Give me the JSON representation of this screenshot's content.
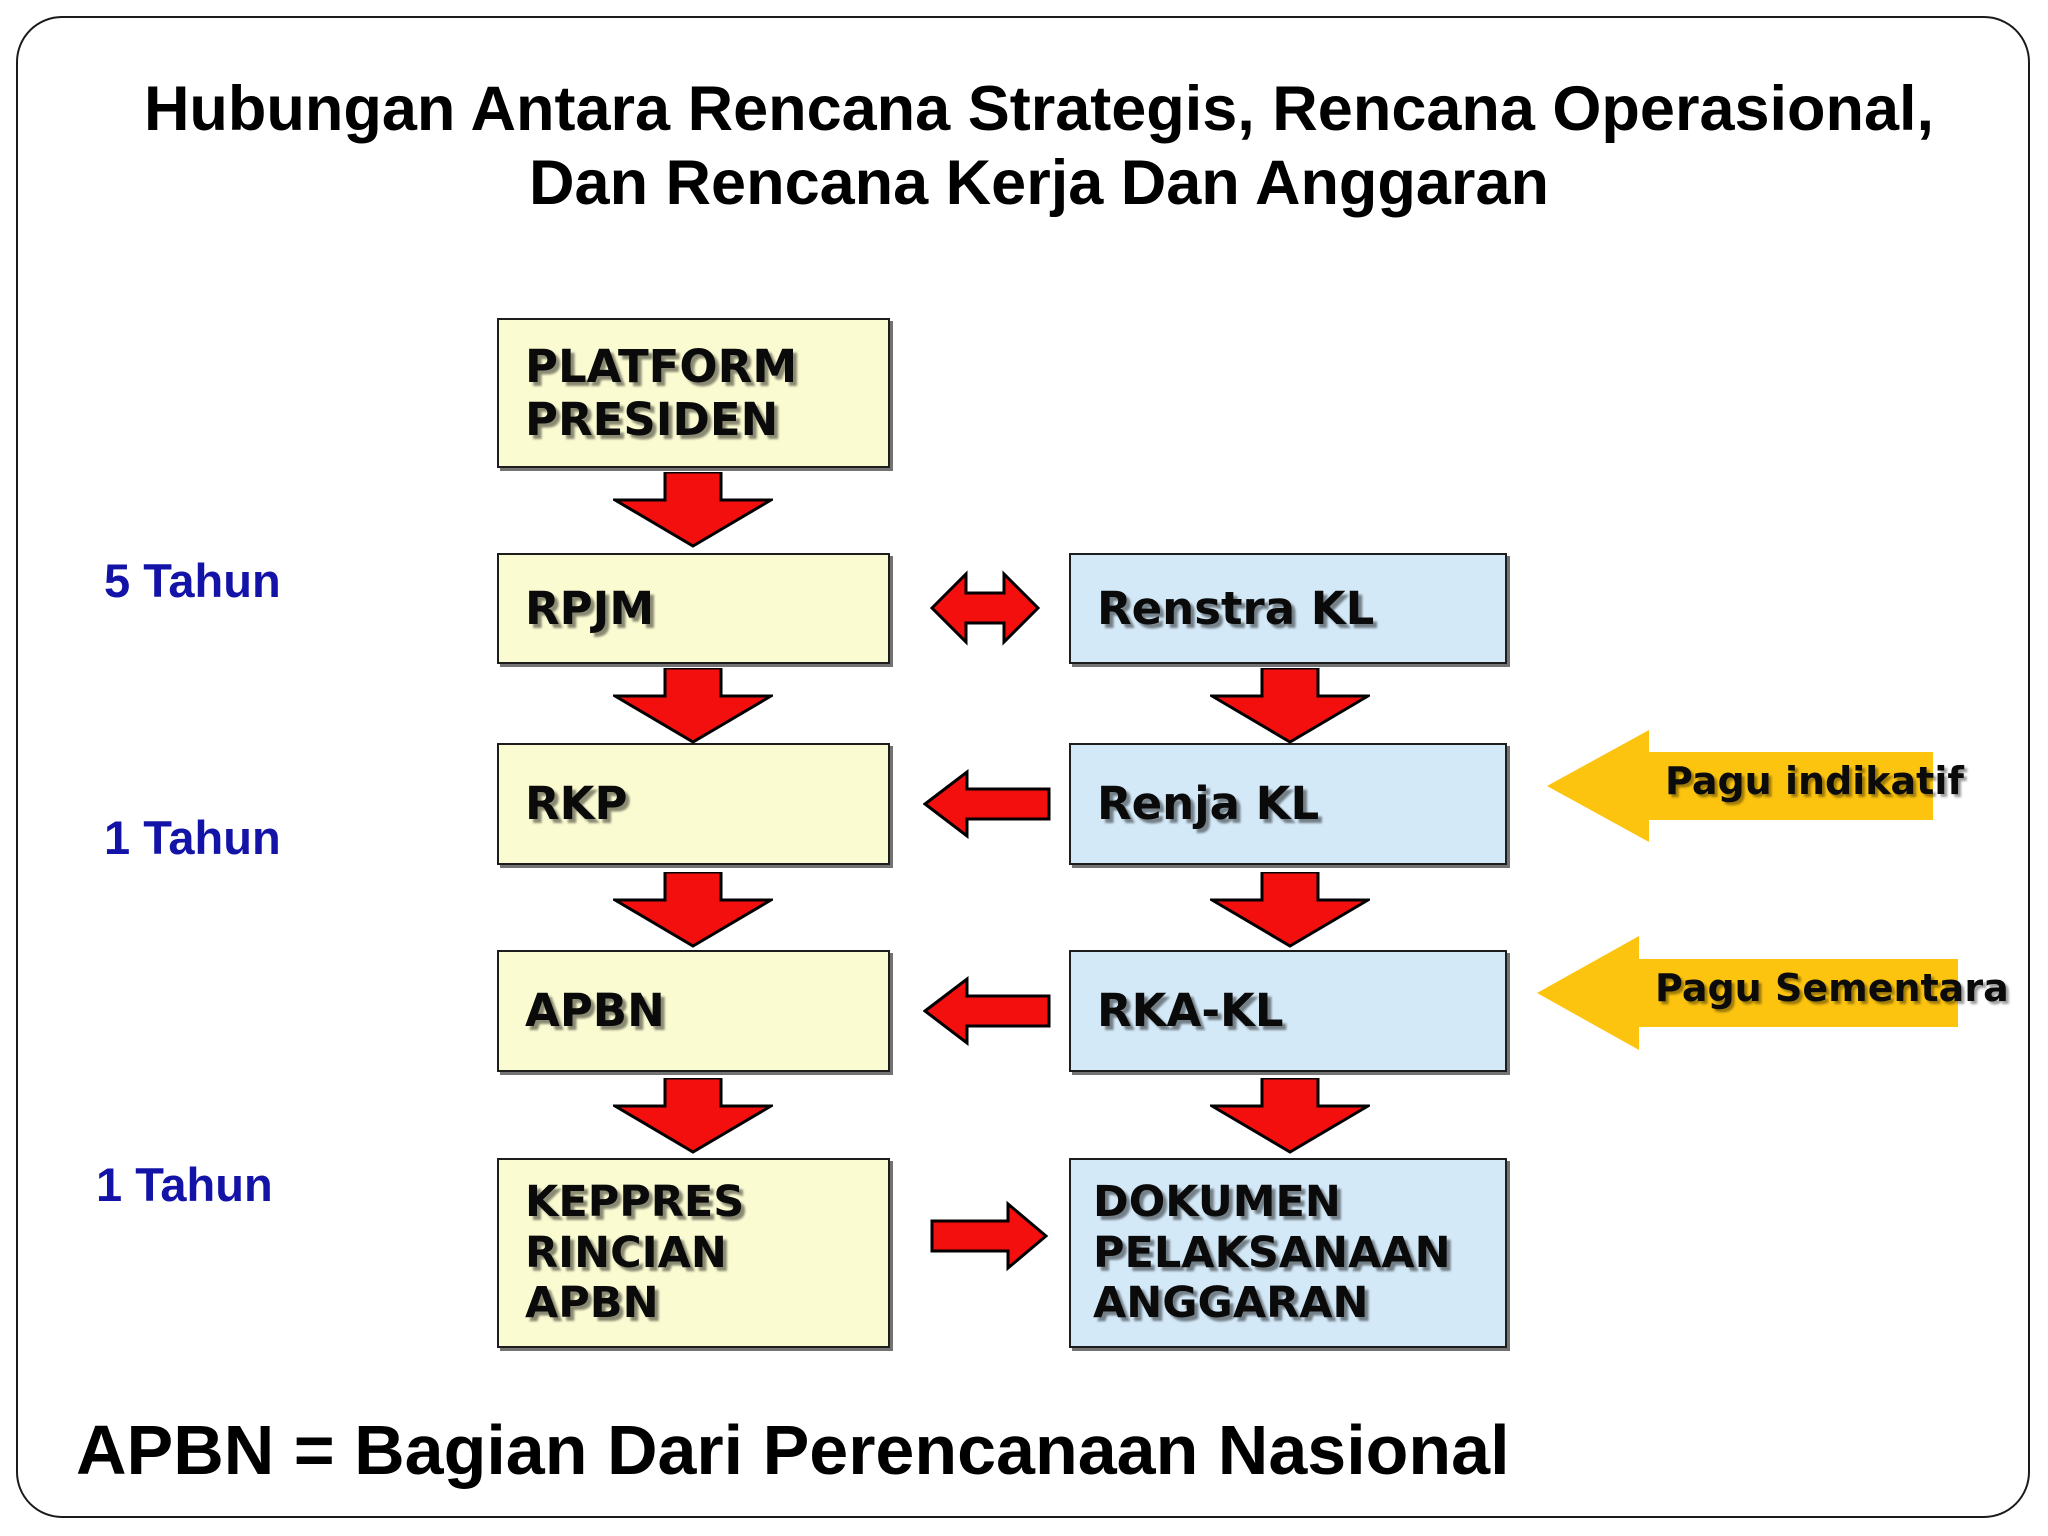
{
  "slide": {
    "title_line1": "Hubungan Antara Rencana Strategis, Rencana Operasional,",
    "title_line2": "Dan Rencana Kerja Dan Anggaran",
    "caption": "APBN = Bagian Dari Perencanaan Nasional",
    "background": "#ffffff",
    "border_color": "#1a1a1a"
  },
  "colors": {
    "yellow_box": "#fbfbd2",
    "blue_box": "#d4e9f8",
    "red_arrow": "#f40f0f",
    "gold_arrow": "#fcc40f",
    "year_label": "#1313a8",
    "text": "#0a0a0a"
  },
  "year_labels": [
    {
      "text": "5 Tahun"
    },
    {
      "text": "1 Tahun"
    },
    {
      "text": "1 Tahun"
    }
  ],
  "boxes": {
    "platform_presiden": {
      "lines": [
        "PLATFORM",
        "PRESIDEN"
      ]
    },
    "rpjm": {
      "lines": [
        "RPJM"
      ]
    },
    "renstra_kl": {
      "lines": [
        "Renstra KL"
      ]
    },
    "rkp": {
      "lines": [
        "RKP"
      ]
    },
    "renja_kl": {
      "lines": [
        "Renja KL"
      ]
    },
    "apbn": {
      "lines": [
        "APBN"
      ]
    },
    "rka_kl": {
      "lines": [
        "RKA-KL"
      ]
    },
    "keppres": {
      "lines": [
        "KEPPRES",
        "RINCIAN",
        "APBN"
      ]
    },
    "dokumen": {
      "lines": [
        "DOKUMEN",
        "PELAKSANAAN",
        "ANGGARAN"
      ]
    }
  },
  "callouts": {
    "pagu_indikatif": {
      "label": "Pagu indikatif"
    },
    "pagu_sementara": {
      "label": "Pagu Sementara"
    }
  }
}
